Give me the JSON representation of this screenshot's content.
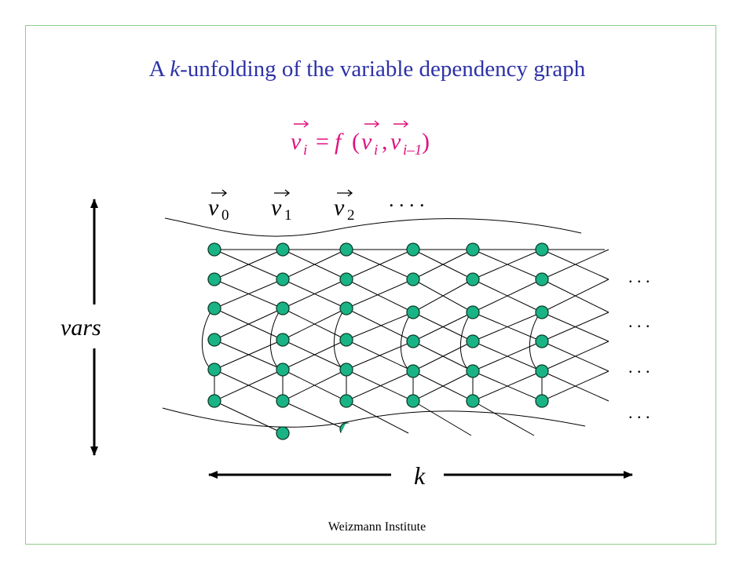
{
  "title": {
    "pre": "A ",
    "k": "k",
    "post": "-unfolding  of the variable dependency graph"
  },
  "formula": {
    "lhs_var": "v",
    "lhs_sub": "i",
    "eq": "=",
    "func": "f",
    "open": "(",
    "arg1_var": "v",
    "arg1_sub": "i",
    "comma": ",",
    "arg2_var": "v",
    "arg2_sub": "i–1",
    "close": ")",
    "color": "#e0117f"
  },
  "columns": [
    {
      "var": "v",
      "sub": "0"
    },
    {
      "var": "v",
      "sub": "1"
    },
    {
      "var": "v",
      "sub": "2"
    }
  ],
  "columns_ellipsis": ". . . .",
  "row_ellipsis": [
    ". . .",
    ". . .",
    ". . .",
    ". . ."
  ],
  "vars_label": "vars",
  "k_label": "k",
  "footer": "Weizmann Institute",
  "colors": {
    "title": "#2d32a8",
    "node_fill": "#1ab386",
    "node_stroke": "#0a3d28",
    "border": "#8fcc8f"
  }
}
